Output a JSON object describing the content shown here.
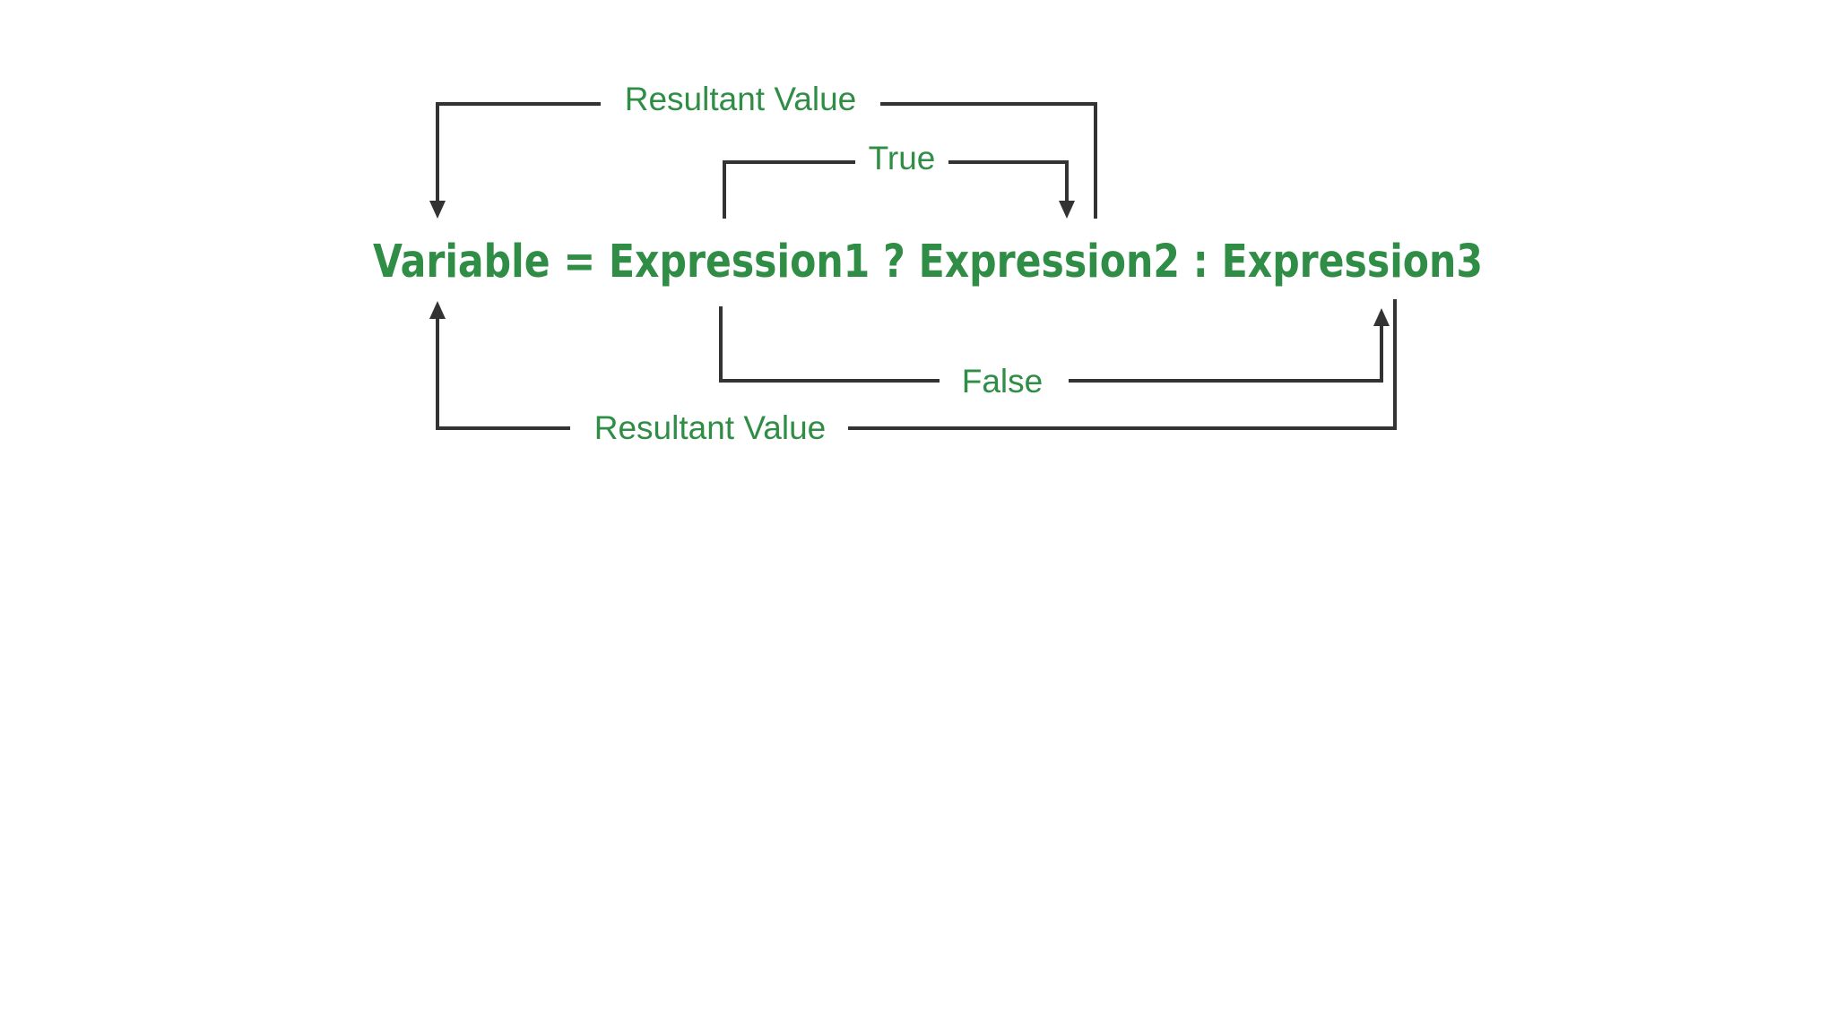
{
  "expression": {
    "variable": "Variable",
    "equals": "=",
    "expression1": "Expression1",
    "question": "?",
    "expression2": "Expression2",
    "colon": ":",
    "expression3": "Expression3"
  },
  "labels": {
    "resultant_value_top": "Resultant Value",
    "true_branch": "True",
    "false_branch": "False",
    "resultant_value_bottom": "Resultant Value"
  },
  "colors": {
    "text_green": "#2f8d46",
    "connector": "#333333",
    "background": "#ffffff"
  }
}
